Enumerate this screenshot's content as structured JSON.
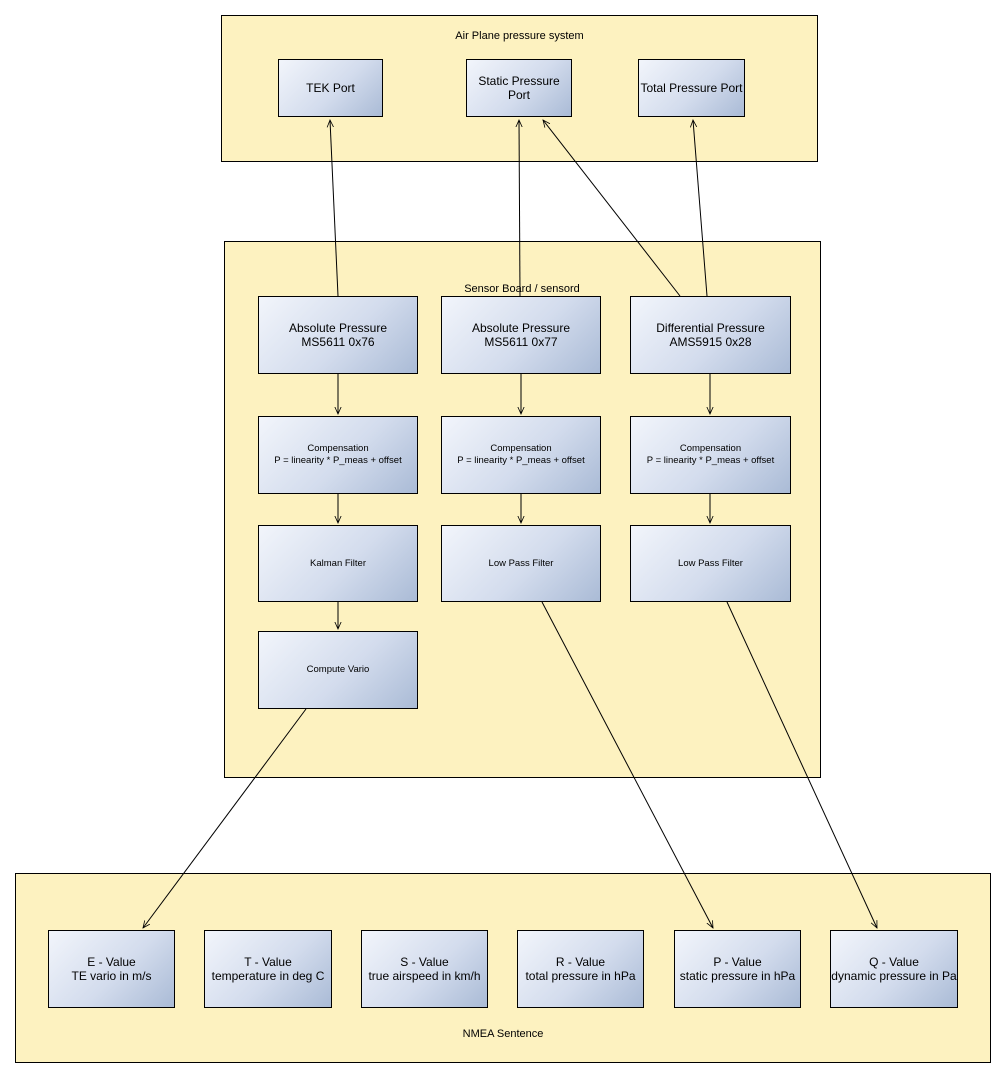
{
  "groups": {
    "airplane": "Air Plane pressure system",
    "sensor_board": "Sensor Board / sensord",
    "nmea": "NMEA Sentence"
  },
  "ports": {
    "tek": "TEK Port",
    "static": "Static Pressure\nPort",
    "total": "Total Pressure Port"
  },
  "sensors": {
    "abs76": "Absolute Pressure\nMS5611 0x76",
    "abs77": "Absolute Pressure\nMS5611 0x77",
    "diff": "Differential Pressure\nAMS5915 0x28"
  },
  "compensation": "Compensation\nP = linearity * P_meas + offset",
  "filters": {
    "kalman": "Kalman Filter",
    "lowpass": "Low Pass Filter"
  },
  "vario": "Compute Vario",
  "values": {
    "e": "E - Value\nTE vario in m/s",
    "t": "T - Value\ntemperature in deg C",
    "s": "S - Value\ntrue airspeed in km/h",
    "r": "R - Value\ntotal pressure in hPa",
    "p": "P - Value\nstatic pressure in hPa",
    "q": "Q - Value\ndynamic pressure in Pa"
  }
}
